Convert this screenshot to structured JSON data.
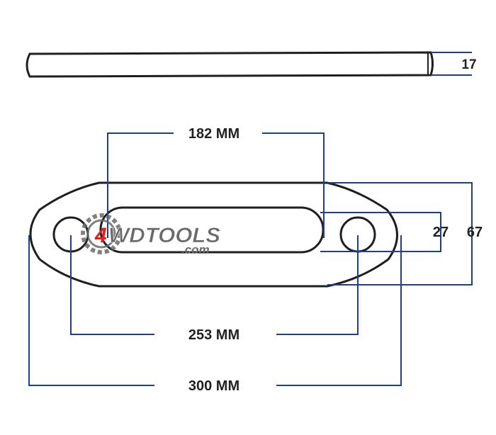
{
  "colors": {
    "outline": "#1f1f1f",
    "dimension_line": "#1c3f94",
    "text": "#222222",
    "logo_red": "#e02020",
    "logo_gray": "#6a6a6a"
  },
  "side_view": {
    "thickness_label": "17"
  },
  "top_view": {
    "slot_length_label": "182 MM",
    "hole_spacing_label": "253 MM",
    "overall_length_label": "300 MM",
    "slot_height_label": "27",
    "overall_height_label": "67"
  },
  "logo": {
    "brand": "4WDTOOLS",
    "domain": ".com"
  }
}
